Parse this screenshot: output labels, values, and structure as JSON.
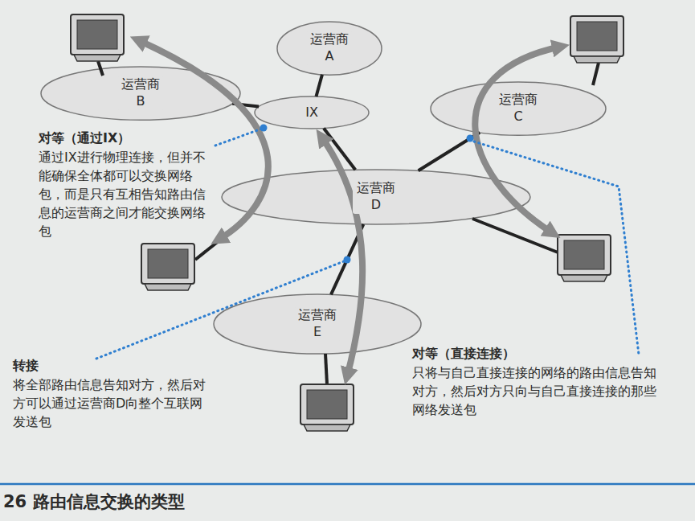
{
  "diagram": {
    "caption": "26 路由信息交换的类型",
    "nodes": [
      {
        "text": [
          "运营商 A"
        ]
      },
      {
        "text": [
          "运营商 B"
        ]
      },
      {
        "text": [
          "IX"
        ]
      },
      {
        "text": [
          "运营商 C"
        ]
      },
      {
        "text": [
          "运营商 D"
        ]
      },
      {
        "text": [
          "运营商 E"
        ]
      }
    ],
    "edges": [
      {
        "from": 0,
        "to": 2,
        "arrow": "none"
      },
      {
        "from": 1,
        "to": 2,
        "arrow": "none"
      },
      {
        "from": 2,
        "to": 4,
        "arrow": "none"
      },
      {
        "from": 4,
        "to": 3,
        "arrow": "none"
      },
      {
        "from": 4,
        "to": 5,
        "arrow": "none"
      }
    ],
    "labels": [
      "对等（通过IX）",
      "通过IX进行物理连接，但并不能确保全体都可以交换网络包，而是只有互相告知路由信息的运营商之间才能交换网络包",
      "转接",
      "将全部路由信息告知对方，然后对方可以通过运营商D向整个互联网发送包",
      "对等（直接连接）",
      "只将与自己直接连接的网络的路由信息告知对方，然后对方只向与自己直接连接的那些网络发送包"
    ]
  }
}
